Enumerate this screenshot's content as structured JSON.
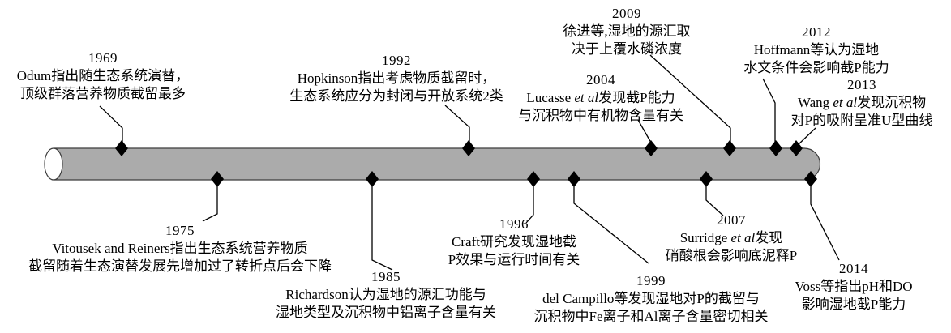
{
  "diagram": {
    "kind": "timeline",
    "colors": {
      "bar_fill": "#ababab",
      "bar_outline": "#3c3c3c",
      "marker": "#000000",
      "text": "#000000",
      "background": "#ffffff"
    },
    "events": [
      {
        "year": "1969",
        "side": "above",
        "lines": [
          "Odum指出随生态系统演替，",
          "顶级群落营养物质截留最多"
        ]
      },
      {
        "year": "1975",
        "side": "below",
        "lines": [
          "Vitousek and Reiners指出生态系统营养物质",
          "截留随着生态演替发展先增加过了转折点后会下降"
        ]
      },
      {
        "year": "1985",
        "side": "below",
        "lines": [
          "Richardson认为湿地的源汇功能与",
          "湿地类型及沉积物中铝离子含量有关"
        ]
      },
      {
        "year": "1992",
        "side": "above",
        "lines": [
          "Hopkinson指出考虑物质截留时，",
          "生态系统应分为封闭与开放系统2类"
        ]
      },
      {
        "year": "1996",
        "side": "below",
        "lines": [
          "Craft研究发现湿地截",
          "P效果与运行时间有关"
        ]
      },
      {
        "year": "1999",
        "side": "below",
        "lines": [
          "del Campillo等发现湿地对P的截留与",
          "沉积物中Fe离子和Al离子含量密切相关"
        ]
      },
      {
        "year": "2004",
        "side": "above",
        "lines": [
          "Lucasse <i>et al</i>发现截P能力",
          "与沉积物中有机物含量有关"
        ]
      },
      {
        "year": "2007",
        "side": "below",
        "lines": [
          "Surridge <i>et al</i>发现",
          "硝酸根会影响底泥释P"
        ]
      },
      {
        "year": "2009",
        "side": "above",
        "lines": [
          "徐进等,湿地的源汇取",
          "决于上覆水磷浓度"
        ]
      },
      {
        "year": "2012",
        "side": "above",
        "lines": [
          "Hoffmann等认为湿地",
          "水文条件会影响截P能力"
        ]
      },
      {
        "year": "2013",
        "side": "above",
        "lines": [
          "Wang <i>et al</i>发现沉积物",
          "对P的吸附呈准U型曲线"
        ]
      },
      {
        "year": "2014",
        "side": "below",
        "lines": [
          "Voss等指出pH和DO",
          "影响湿地截P能力"
        ]
      }
    ]
  }
}
